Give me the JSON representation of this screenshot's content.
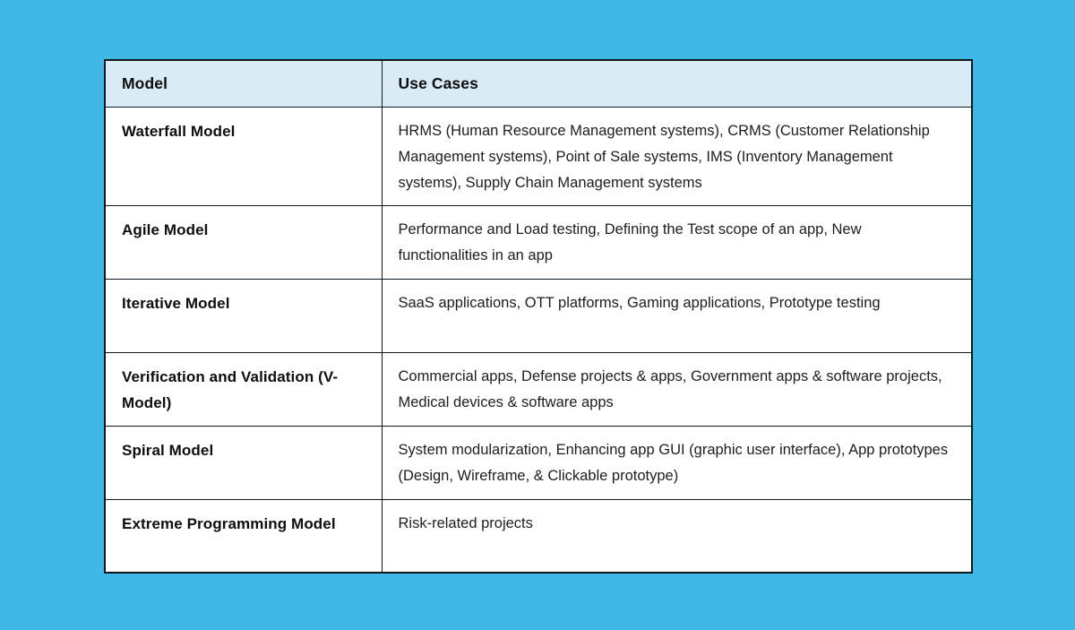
{
  "page": {
    "background_color": "#41b7e3",
    "header_background_color": "#d9ecf6",
    "border_color": "#10181f"
  },
  "chart_data": {
    "type": "table",
    "columns": [
      "Model",
      "Use Cases"
    ],
    "rows": [
      [
        "Waterfall Model",
        "HRMS (Human Resource Management systems), CRMS (Customer Relationship Management systems), Point of Sale systems, IMS (Inventory Management systems), Supply Chain Management systems"
      ],
      [
        "Agile Model",
        "Performance and Load testing, Defining the Test scope of an app, New functionalities in an app"
      ],
      [
        "Iterative Model",
        "SaaS applications, OTT platforms, Gaming applications, Prototype testing"
      ],
      [
        "Verification and Validation (V-Model)",
        "Commercial apps, Defense projects & apps, Government apps & software projects, Medical devices & software apps"
      ],
      [
        "Spiral Model",
        "System modularization, Enhancing app GUI (graphic user interface), App prototypes (Design, Wireframe, & Clickable prototype)"
      ],
      [
        "Extreme Programming Model",
        "Risk-related projects"
      ]
    ]
  }
}
